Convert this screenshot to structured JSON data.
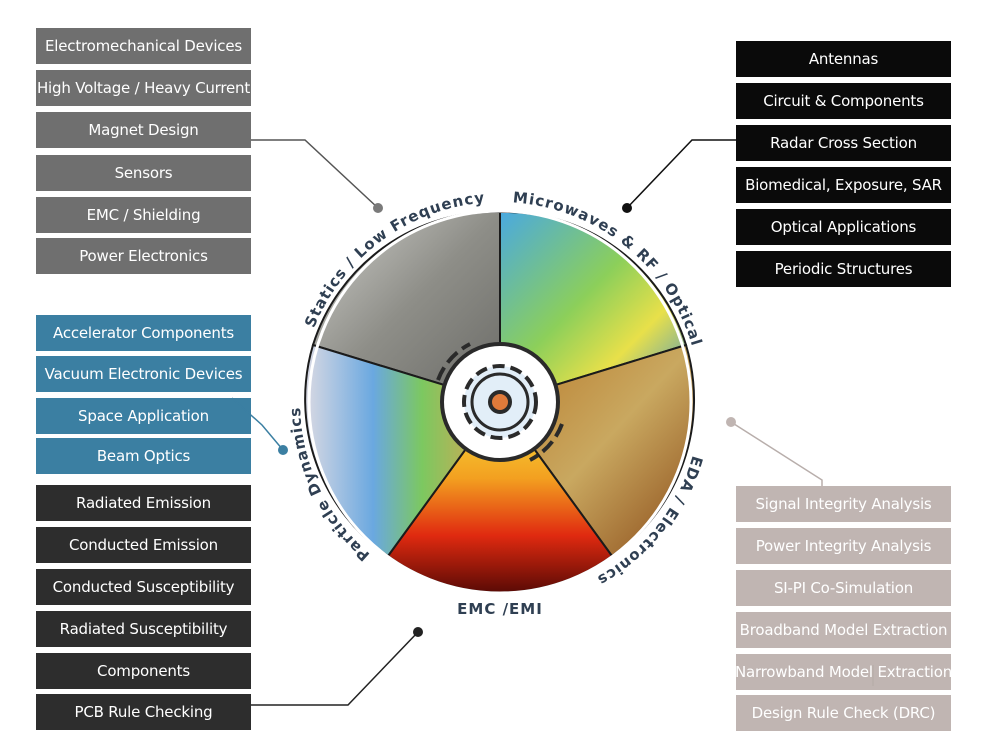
{
  "wheel": {
    "segments": [
      {
        "label": "Statics / Low Frequency",
        "color": "#6f6f6f"
      },
      {
        "label": "Microwaves & RF / Optical",
        "color": "#0a0a0a"
      },
      {
        "label": "EDA / Electronics",
        "color": "#c0b5b2"
      },
      {
        "label": "EMC /EMI",
        "color": "#2d2d2d"
      },
      {
        "label": "Particle Dynamics",
        "color": "#3b7fa2"
      }
    ],
    "center_icon": "gear-cycle-icon"
  },
  "groups": {
    "statics": [
      "Electromechanical Devices",
      "High Voltage / Heavy Current",
      "Magnet Design",
      "Sensors",
      "EMC / Shielding",
      "Power Electronics"
    ],
    "microwaves": [
      "Antennas",
      "Circuit & Components",
      "Radar Cross Section",
      "Biomedical, Exposure, SAR",
      "Optical Applications",
      "Periodic Structures"
    ],
    "particle": [
      "Accelerator Components",
      "Vacuum Electronic Devices",
      "Space Application",
      "Beam Optics"
    ],
    "emc": [
      "Radiated Emission",
      "Conducted Emission",
      "Conducted Susceptibility",
      "Radiated Susceptibility",
      "Components",
      "PCB Rule Checking"
    ],
    "eda": [
      "Signal Integrity Analysis",
      "Power Integrity Analysis",
      "SI-PI Co-Simulation",
      "Broadband Model Extraction",
      "Narrowband Model Extraction",
      "Design Rule Check (DRC)"
    ]
  }
}
